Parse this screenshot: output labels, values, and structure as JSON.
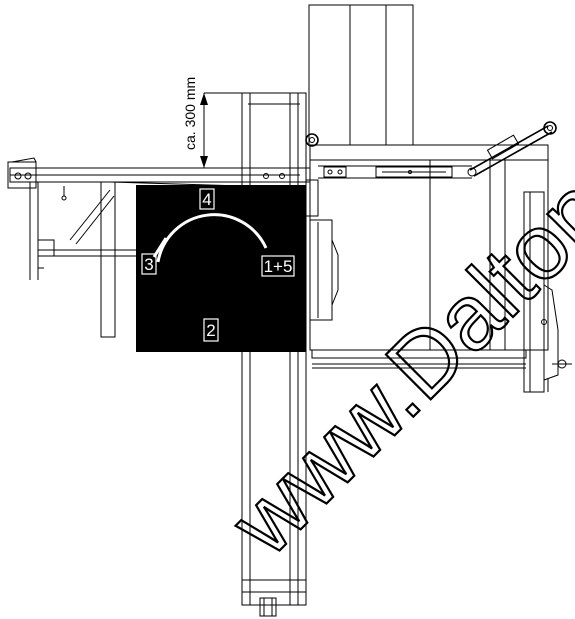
{
  "dimension": {
    "label": "ca. 300 mm"
  },
  "zones": [
    {
      "id": "4",
      "label": "4"
    },
    {
      "id": "3",
      "label": "3"
    },
    {
      "id": "1+5",
      "label": "1+5"
    },
    {
      "id": "2",
      "label": "2"
    }
  ],
  "watermark": "www.Dalton",
  "colors": {
    "zone_fill": "#000000",
    "line": "#000000",
    "background": "#ffffff"
  }
}
